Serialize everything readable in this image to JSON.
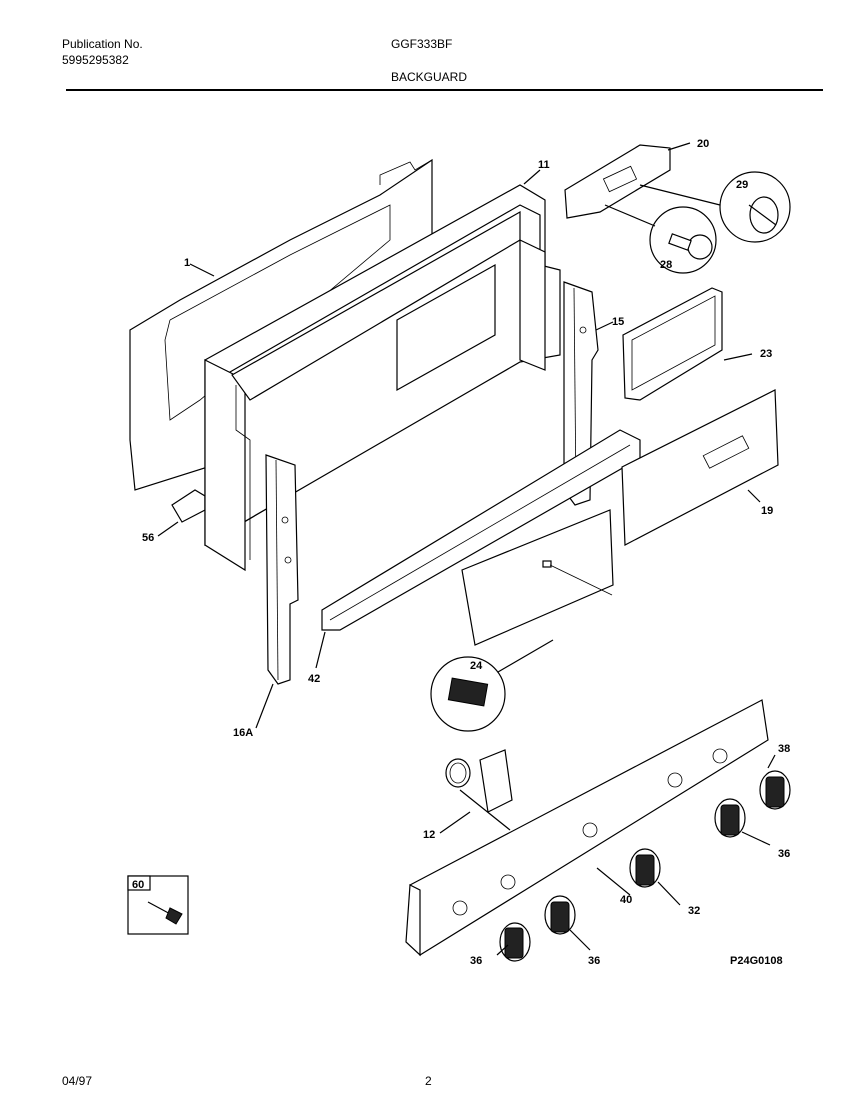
{
  "header": {
    "publication_label": "Publication No.",
    "publication_number": "5995295382",
    "model": "GGF333BF",
    "section": "BACKGUARD"
  },
  "footer": {
    "date": "04/97",
    "page": "2"
  },
  "diagram": {
    "figure_code": "P24G0108",
    "part_labels": [
      "1",
      "11",
      "20",
      "29",
      "28",
      "15",
      "23",
      "56",
      "19",
      "42",
      "16A",
      "24",
      "12",
      "38",
      "36",
      "40",
      "32",
      "60"
    ]
  }
}
